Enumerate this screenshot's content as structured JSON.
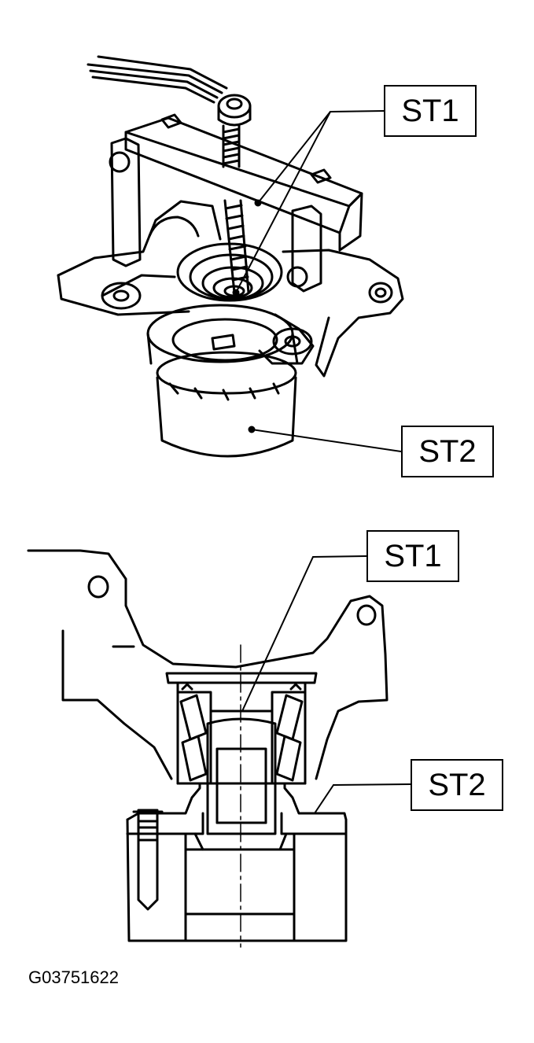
{
  "callouts": {
    "top_st1": "ST1",
    "top_st2": "ST2",
    "bottom_st1": "ST1",
    "bottom_st2": "ST2"
  },
  "figure_code": "G03751622",
  "colors": {
    "ink": "#000000",
    "paper": "#ffffff"
  }
}
